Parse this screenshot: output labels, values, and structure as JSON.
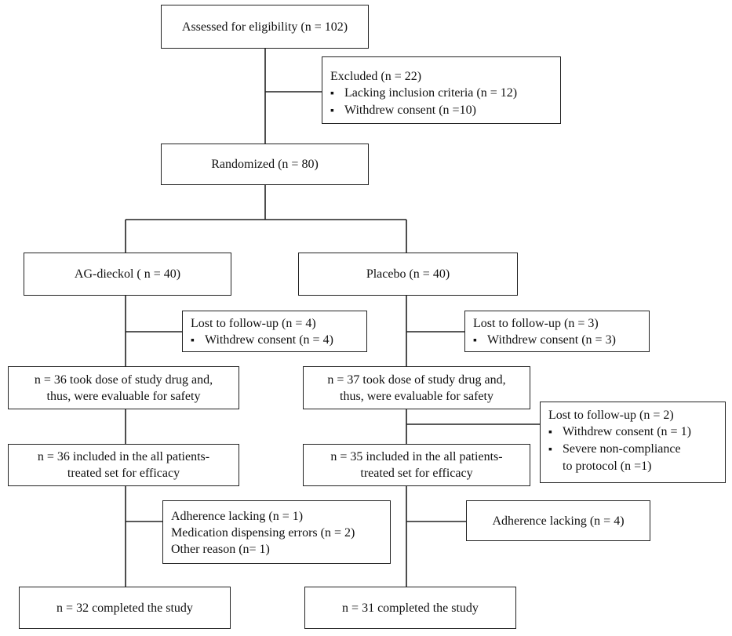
{
  "assessed": "Assessed for eligibility  (n = 102)",
  "excluded": {
    "title": "Excluded  (n = 22)",
    "items": [
      "Lacking inclusion criteria  (n = 12)",
      "Withdrew consent  (n =10)"
    ]
  },
  "randomized": "Randomized  (n = 80)",
  "ag": {
    "arm": "AG-dieckol  ( n = 40)",
    "lost": {
      "title": "Lost to follow-up  (n = 4)",
      "items": [
        "Withdrew consent  (n = 4)"
      ]
    },
    "safety": [
      "n = 36 took dose of study drug and,",
      "thus, were evaluable for safety"
    ],
    "efficacy": [
      "n = 36 included in the all patients-",
      "treated set for efficacy"
    ],
    "adherence": [
      "Adherence lacking  (n = 1)",
      "Medication dispensing errors (n = 2)",
      "Other reason  (n= 1)"
    ],
    "completed": "n = 32 completed the study"
  },
  "placebo": {
    "arm": "Placebo  (n = 40)",
    "lost": {
      "title": "Lost to follow-up  (n = 3)",
      "items": [
        "Withdrew consent  (n = 3)"
      ]
    },
    "safety": [
      "n = 37 took dose of study drug and,",
      "thus, were evaluable for safety"
    ],
    "lost2": {
      "title": "Lost to follow-up  (n = 2)",
      "items": [
        "Withdrew consent  (n = 1)",
        "Severe non-compliance"
      ],
      "continuation": "to protocol (n =1)"
    },
    "efficacy": [
      "n = 35 included in the all patients-",
      "treated set for efficacy"
    ],
    "adherence": "Adherence lacking  (n = 4)",
    "completed": "n = 31 completed the study"
  }
}
